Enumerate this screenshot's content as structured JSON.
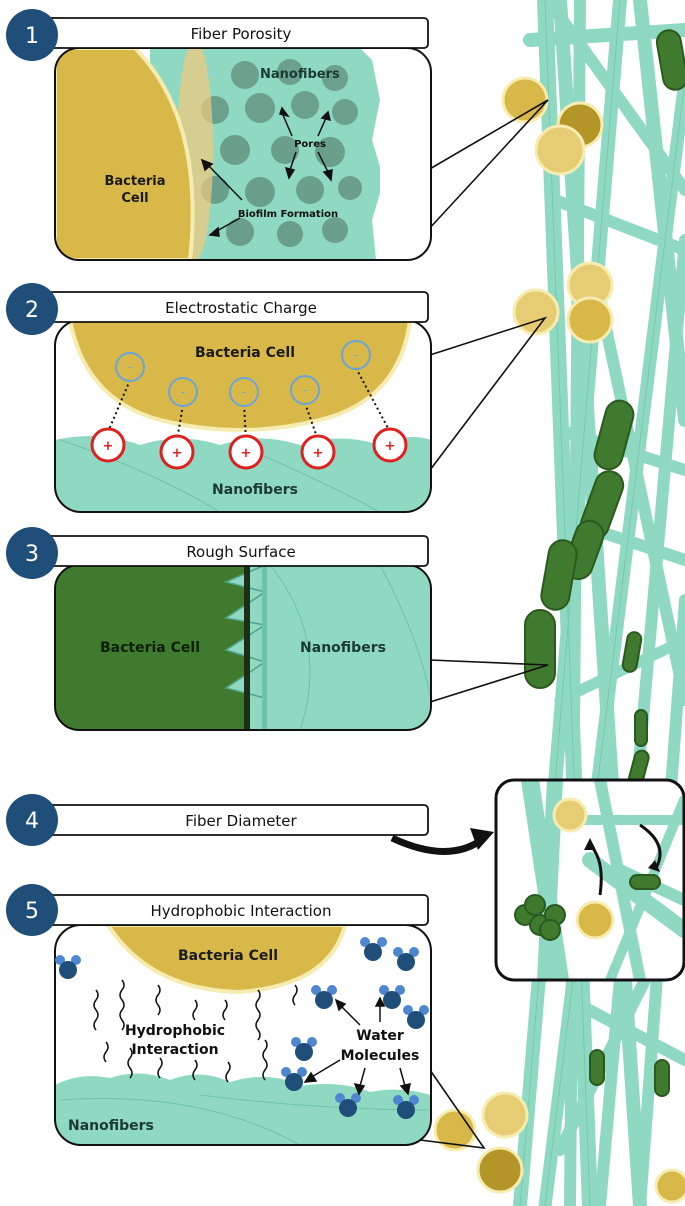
{
  "colors": {
    "nanofiber": "#8fd9c2",
    "nanofiber_dark": "#6cc2aa",
    "bacteria_yellow": "#d9b84a",
    "bacteria_pale": "#e6cc73",
    "bacteria_green": "#3f7a2e",
    "badge": "#1f4e79",
    "minus_ring": "#6aa5d8",
    "plus_ring": "#e02020",
    "water_dark": "#1f4e79",
    "water_light": "#4f86d0"
  },
  "panels": [
    {
      "number": "1",
      "title": "Fiber Porosity"
    },
    {
      "number": "2",
      "title": "Electrostatic Charge"
    },
    {
      "number": "3",
      "title": "Rough Surface"
    },
    {
      "number": "4",
      "title": "Fiber Diameter"
    },
    {
      "number": "5",
      "title": "Hydrophobic Interaction"
    }
  ],
  "panel1": {
    "nanofibers": "Nanofibers",
    "bacteria_line1": "Bacteria",
    "bacteria_line2": "Cell",
    "pores": "Pores",
    "biofilm": "Biofilm Formation"
  },
  "panel2": {
    "bacteria": "Bacteria Cell",
    "nanofibers": "Nanofibers",
    "minus": "-",
    "plus": "+"
  },
  "panel3": {
    "bacteria": "Bacteria Cell",
    "nanofibers": "Nanofibers"
  },
  "panel5": {
    "bacteria": "Bacteria Cell",
    "hydro_line1": "Hydrophobic",
    "hydro_line2": "Interaction",
    "water_line1": "Water",
    "water_line2": "Molecules",
    "nanofibers": "Nanofibers"
  }
}
